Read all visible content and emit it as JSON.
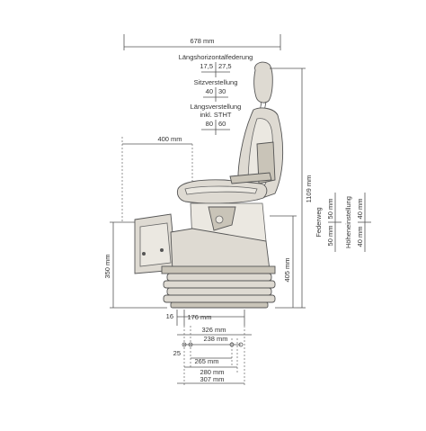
{
  "dimensions": {
    "overall_width": "678 mm",
    "longitudinal_suspension": {
      "title": "Längshorizontalfederung",
      "left": "17,5",
      "right": "27,5"
    },
    "seat_adjustment": {
      "title": "Sitzverstellung",
      "left": "40",
      "right": "30"
    },
    "longitudinal_adjustment": {
      "title_line1": "Längsverstellung",
      "title_line2": "inkl. STHT",
      "left": "80",
      "right": "60"
    },
    "depth": "400 mm",
    "overall_height": "1109 mm",
    "base_height": "350 mm",
    "rear_height": "405 mm",
    "suspension_travel": {
      "title": "Federweg",
      "top": "50 mm",
      "bottom": "50 mm"
    },
    "height_adjustment": {
      "title": "Höheneinstellung",
      "top": "40 mm",
      "bottom": "40 mm"
    },
    "offset": "16",
    "rail_176": "176 mm",
    "rail_326": "326 mm",
    "rail_238": "238 mm",
    "offset_25": "25",
    "rail_265": "265 mm",
    "rail_280": "280 mm",
    "rail_307": "307 mm"
  }
}
